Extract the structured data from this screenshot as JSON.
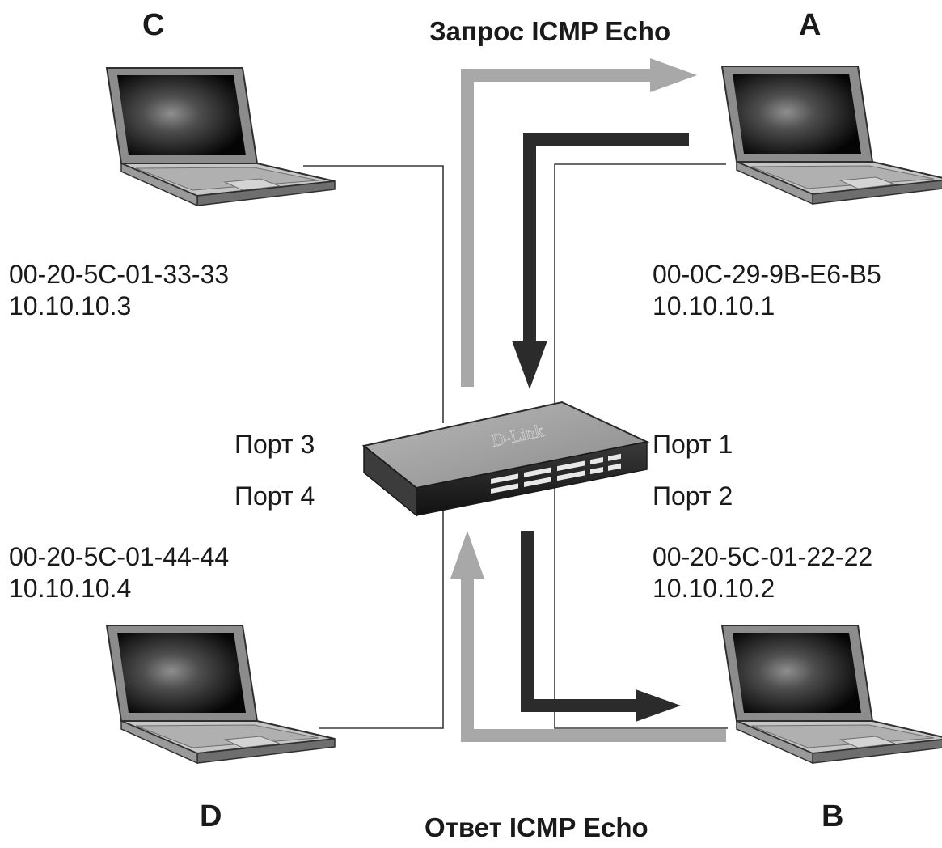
{
  "nodes": {
    "a": {
      "letter": "A",
      "mac": "00-0C-29-9B-E6-B5",
      "ip": "10.10.10.1",
      "port": "Порт 1"
    },
    "b": {
      "letter": "B",
      "mac": "00-20-5C-01-22-22",
      "ip": "10.10.10.2",
      "port": "Порт 2"
    },
    "c": {
      "letter": "C",
      "mac": "00-20-5C-01-33-33",
      "ip": "10.10.10.3",
      "port": "Порт 3"
    },
    "d": {
      "letter": "D",
      "mac": "00-20-5C-01-44-44",
      "ip": "10.10.10.4",
      "port": "Порт 4"
    }
  },
  "switch_logo": "D-Link",
  "captions": {
    "request": "Запрос ICMP Echo",
    "reply": "Ответ ICMP Echo"
  },
  "colors": {
    "request_arrow": "#a8a8a8",
    "reply_arrow": "#2b2b2b",
    "cable": "#3a3a3a"
  }
}
